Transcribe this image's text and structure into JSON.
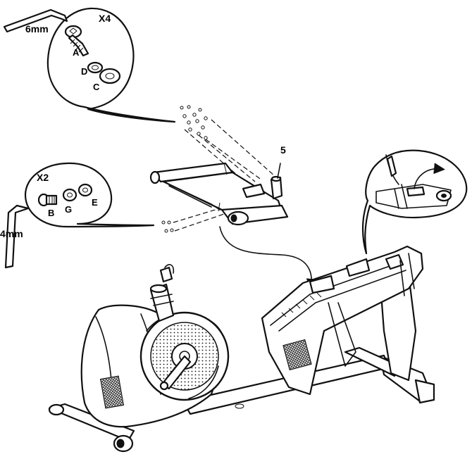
{
  "labels": {
    "wrench_large": "6mm",
    "qty_top": "X4",
    "part_a": "A",
    "part_d": "D",
    "part_c": "C",
    "part_number": "5",
    "qty_left": "X2",
    "part_b": "B",
    "part_g": "G",
    "part_e": "E",
    "wrench_small": "4mm"
  }
}
